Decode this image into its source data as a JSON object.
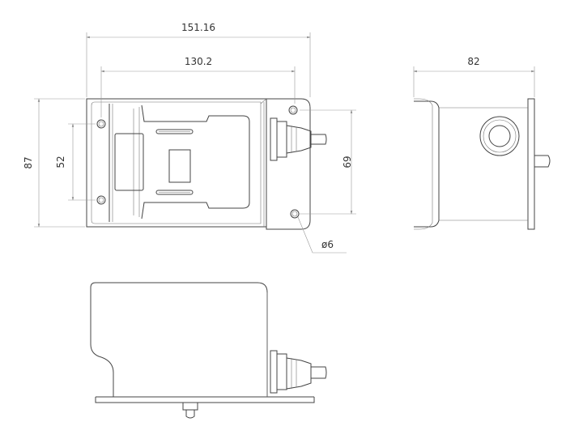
{
  "dimensions": {
    "overall_width": "151.16",
    "inner_width": "130.2",
    "side_depth": "82",
    "overall_height": "87",
    "hole_spacing_left": "52",
    "hole_spacing_right": "69",
    "hole_diameter": "ø6"
  }
}
